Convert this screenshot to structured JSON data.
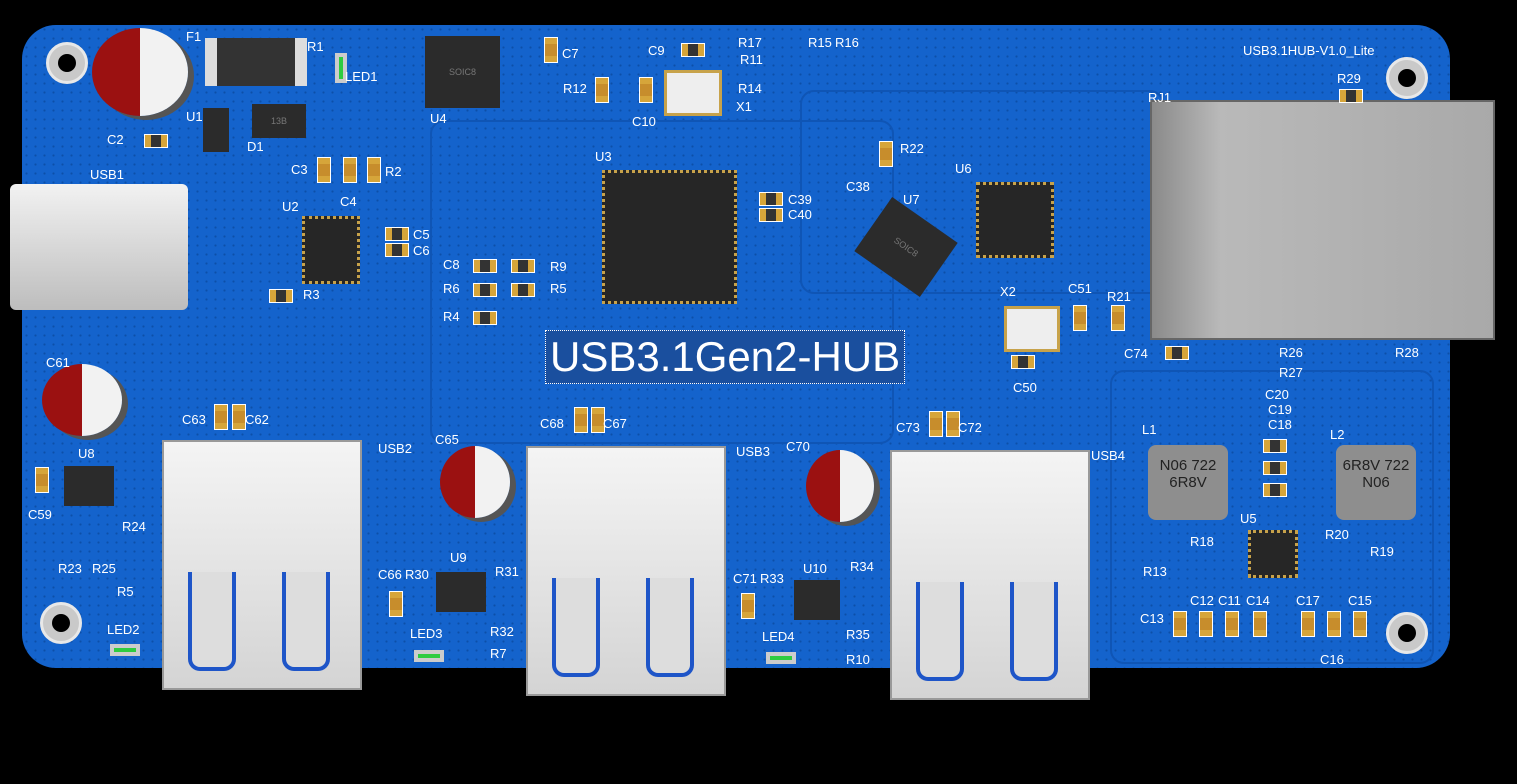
{
  "board_title": "USB3.1HUB-V1.0_Lite",
  "main_silkscreen": "USB3.1Gen2-HUB",
  "chip_markings": {
    "u4": "SOIC8",
    "u7": "SOIC8",
    "d1": "13B",
    "l1": "N06 722 6R8V",
    "l2": "6R8V 722 N06"
  },
  "labels": [
    "F1",
    "R1",
    "LED1",
    "U4",
    "C7",
    "C9",
    "R17",
    "R15",
    "R16",
    "R11",
    "R14",
    "X1",
    "C10",
    "R12",
    "U1",
    "D1",
    "C2",
    "USB1",
    "C3",
    "R2",
    "C4",
    "U2",
    "C5",
    "C6",
    "R3",
    "U3",
    "C8",
    "R9",
    "R6",
    "R5",
    "R4",
    "R22",
    "C38",
    "U7",
    "U6",
    "C39",
    "C40",
    "X2",
    "C51",
    "R21",
    "C50",
    "C74",
    "RJ1",
    "R29",
    "R26",
    "R27",
    "R28",
    "C20",
    "C19",
    "C18",
    "L1",
    "L2",
    "U5",
    "R18",
    "R13",
    "R20",
    "R19",
    "C13",
    "C12",
    "C11",
    "C14",
    "C17",
    "C15",
    "C16",
    "C61",
    "C63",
    "C62",
    "USB2",
    "C65",
    "C68",
    "C67",
    "USB3",
    "C70",
    "C73",
    "C72",
    "USB4",
    "U8",
    "C59",
    "R24",
    "R23",
    "R25",
    "R5",
    "LED2",
    "C66",
    "R30",
    "U9",
    "R31",
    "R32",
    "LED3",
    "R7",
    "C71",
    "R33",
    "U10",
    "R34",
    "R35",
    "LED4",
    "R10"
  ],
  "colors": {
    "board": "#1463cc",
    "silk": "#ffffff",
    "pad": "#d6a53a"
  }
}
